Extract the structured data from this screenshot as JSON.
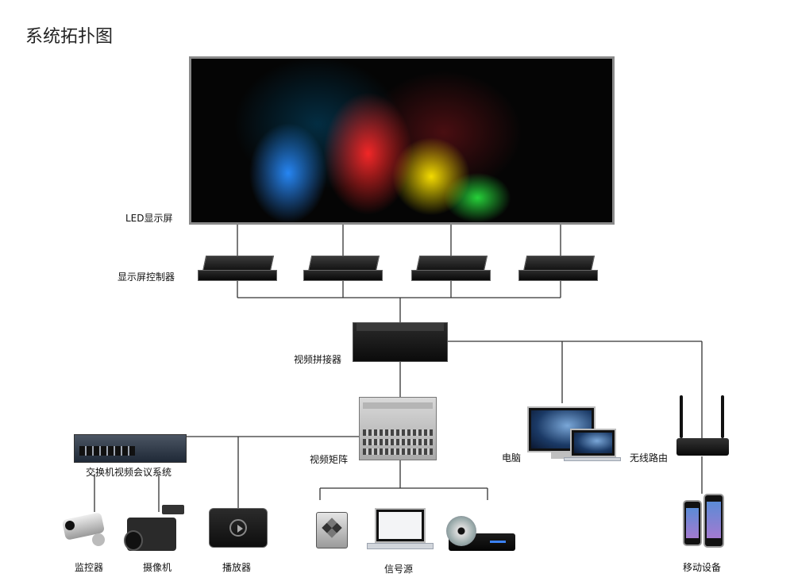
{
  "title": "系统拓扑图",
  "labels": {
    "led": "LED显示屏",
    "controller": "显示屏控制器",
    "splicer": "视频拼接器",
    "matrix": "视频矩阵",
    "switch": "交换机视频会议系统",
    "computer": "电脑",
    "router": "无线路由",
    "monitor": "监控器",
    "camera": "摄像机",
    "player": "播放器",
    "signal": "信号源",
    "mobile": "移动设备"
  },
  "colors": {
    "line": "#333333",
    "background": "#ffffff"
  }
}
